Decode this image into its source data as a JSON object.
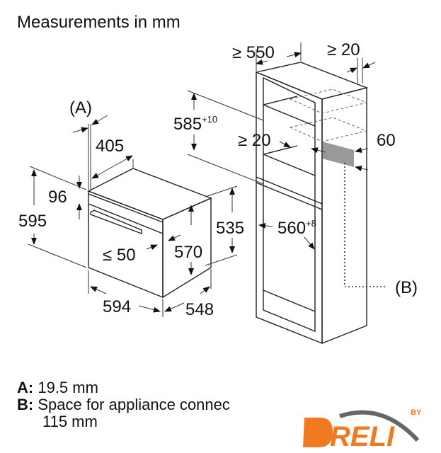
{
  "title": "Measurements in mm",
  "labels": {
    "a_marker": "(A)",
    "d405": "405",
    "d96": "96",
    "d595": "595",
    "d50": "≤ 50",
    "d570": "570",
    "d535": "535",
    "d594": "594",
    "d548": "548",
    "d585": "585",
    "d585_tol": "+10",
    "d550": "≥ 550",
    "d20_top": "≥ 20",
    "d20_mid": "≥ 20",
    "d60": "60",
    "d560": "560",
    "d560_tol": "+8",
    "b_marker": "(B)"
  },
  "notes": {
    "a_key": "A:",
    "a_text": "19.5 mm",
    "b_key": "B:",
    "b_text": "Space for appliance connec",
    "b_text2": "115 mm"
  },
  "logo": {
    "text": "DRELI",
    "by": "BY",
    "color": "#f07a22"
  }
}
